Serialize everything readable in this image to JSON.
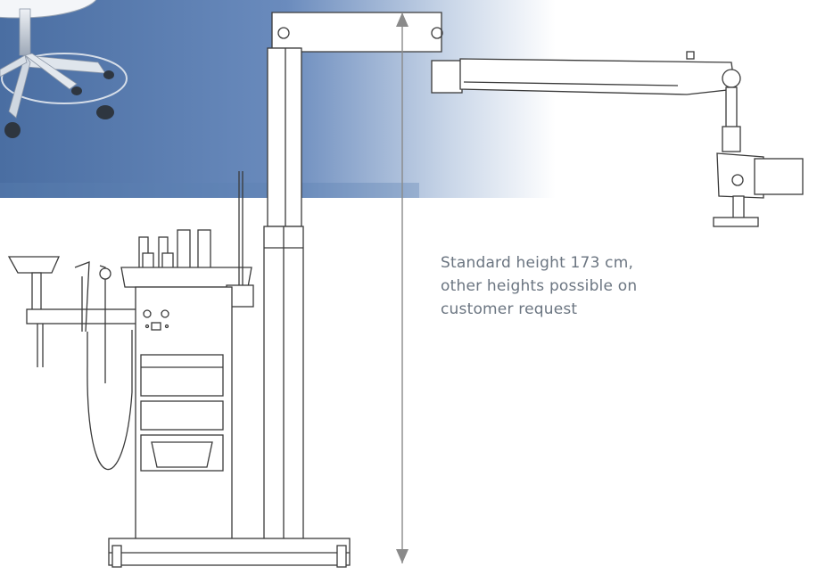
{
  "caption": {
    "line1": "Standard height 173 cm,",
    "line2": "other heights possible on",
    "line3": "customer request"
  },
  "colors": {
    "banner_dark": "#4f74a7",
    "banner_light": "#ffffff",
    "caption_text": "#6b7581",
    "line_art": "#3a3a3a",
    "dimension_arrow": "#8a8a8a"
  }
}
